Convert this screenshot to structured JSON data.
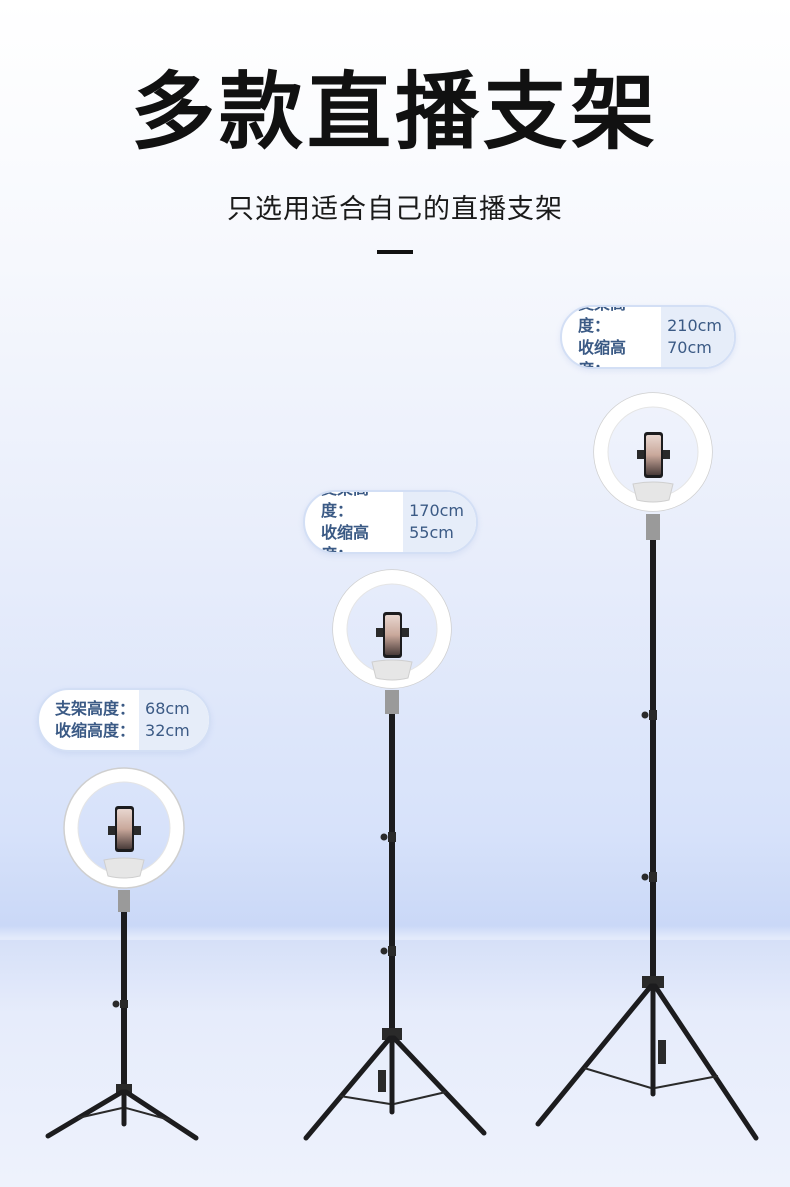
{
  "header": {
    "title": "多款直播支架",
    "subtitle": "只选用适合自己的直播支架"
  },
  "stands": [
    {
      "height_label": "支架高度：",
      "height_value": "68cm",
      "folded_label": "收缩高度：",
      "folded_value": "32cm"
    },
    {
      "height_label": "支架高度：",
      "height_value": "170cm",
      "folded_label": "收缩高度：",
      "folded_value": "55cm"
    },
    {
      "height_label": "支架高度：",
      "height_value": "210cm",
      "folded_label": "收缩高度：",
      "folded_value": "70cm"
    }
  ],
  "colors": {
    "title": "#111111",
    "badge_text": "#3b5a85",
    "badge_border": "#d3dff5",
    "badge_value_bg": "#e6edf9",
    "stand_metal": "#1c1c1e",
    "ring_light": "#fbfbfb"
  }
}
